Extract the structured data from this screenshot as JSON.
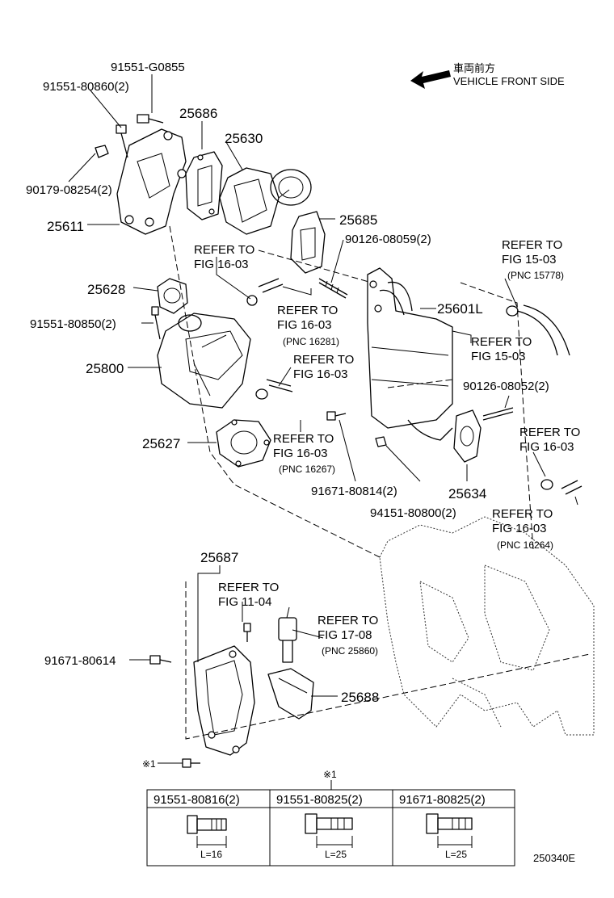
{
  "orientation": {
    "label_jp": "車両前方",
    "label_en": "VEHICLE FRONT SIDE"
  },
  "parts": [
    {
      "id": "91551-G0855"
    },
    {
      "id": "91551-80860(2)"
    },
    {
      "id": "25686"
    },
    {
      "id": "25630"
    },
    {
      "id": "90179-08254(2)"
    },
    {
      "id": "25611"
    },
    {
      "id": "25685"
    },
    {
      "id": "90126-08059(2)"
    },
    {
      "id": "25628"
    },
    {
      "id": "91551-80850(2)"
    },
    {
      "id": "25601L"
    },
    {
      "id": "25800"
    },
    {
      "id": "90126-08052(2)"
    },
    {
      "id": "25627"
    },
    {
      "id": "25634"
    },
    {
      "id": "91671-80814(2)"
    },
    {
      "id": "94151-80800(2)"
    },
    {
      "id": "25687"
    },
    {
      "id": "91671-80614"
    },
    {
      "id": "25688"
    }
  ],
  "refs": [
    {
      "line1": "REFER TO",
      "line2": "FIG 16-03",
      "line3": ""
    },
    {
      "line1": "REFER TO",
      "line2": "FIG 15-03",
      "line3": "(PNC 15778)"
    },
    {
      "line1": "REFER TO",
      "line2": "FIG 16-03",
      "line3": "(PNC 16281)"
    },
    {
      "line1": "REFER TO",
      "line2": "FIG 15-03",
      "line3": ""
    },
    {
      "line1": "REFER TO",
      "line2": "FIG 16-03",
      "line3": ""
    },
    {
      "line1": "REFER TO",
      "line2": "FIG 16-03",
      "line3": "(PNC 16267)"
    },
    {
      "line1": "REFER TO",
      "line2": "FIG 16-03",
      "line3": ""
    },
    {
      "line1": "REFER TO",
      "line2": "FIG 16-03",
      "line3": "(PNC 16264)"
    },
    {
      "line1": "REFER TO",
      "line2": "FIG 11-04",
      "line3": ""
    },
    {
      "line1": "REFER TO",
      "line2": "FIG 17-08",
      "line3": "(PNC 25860)"
    }
  ],
  "note_marker": "※1",
  "note_marker_short": "※1",
  "bolt_table": {
    "columns": [
      {
        "part": "91551-80816(2)",
        "length": "L=16"
      },
      {
        "part": "91551-80825(2)",
        "length": "L=25"
      },
      {
        "part": "91671-80825(2)",
        "length": "L=25"
      }
    ]
  },
  "figure_code": "250340E"
}
